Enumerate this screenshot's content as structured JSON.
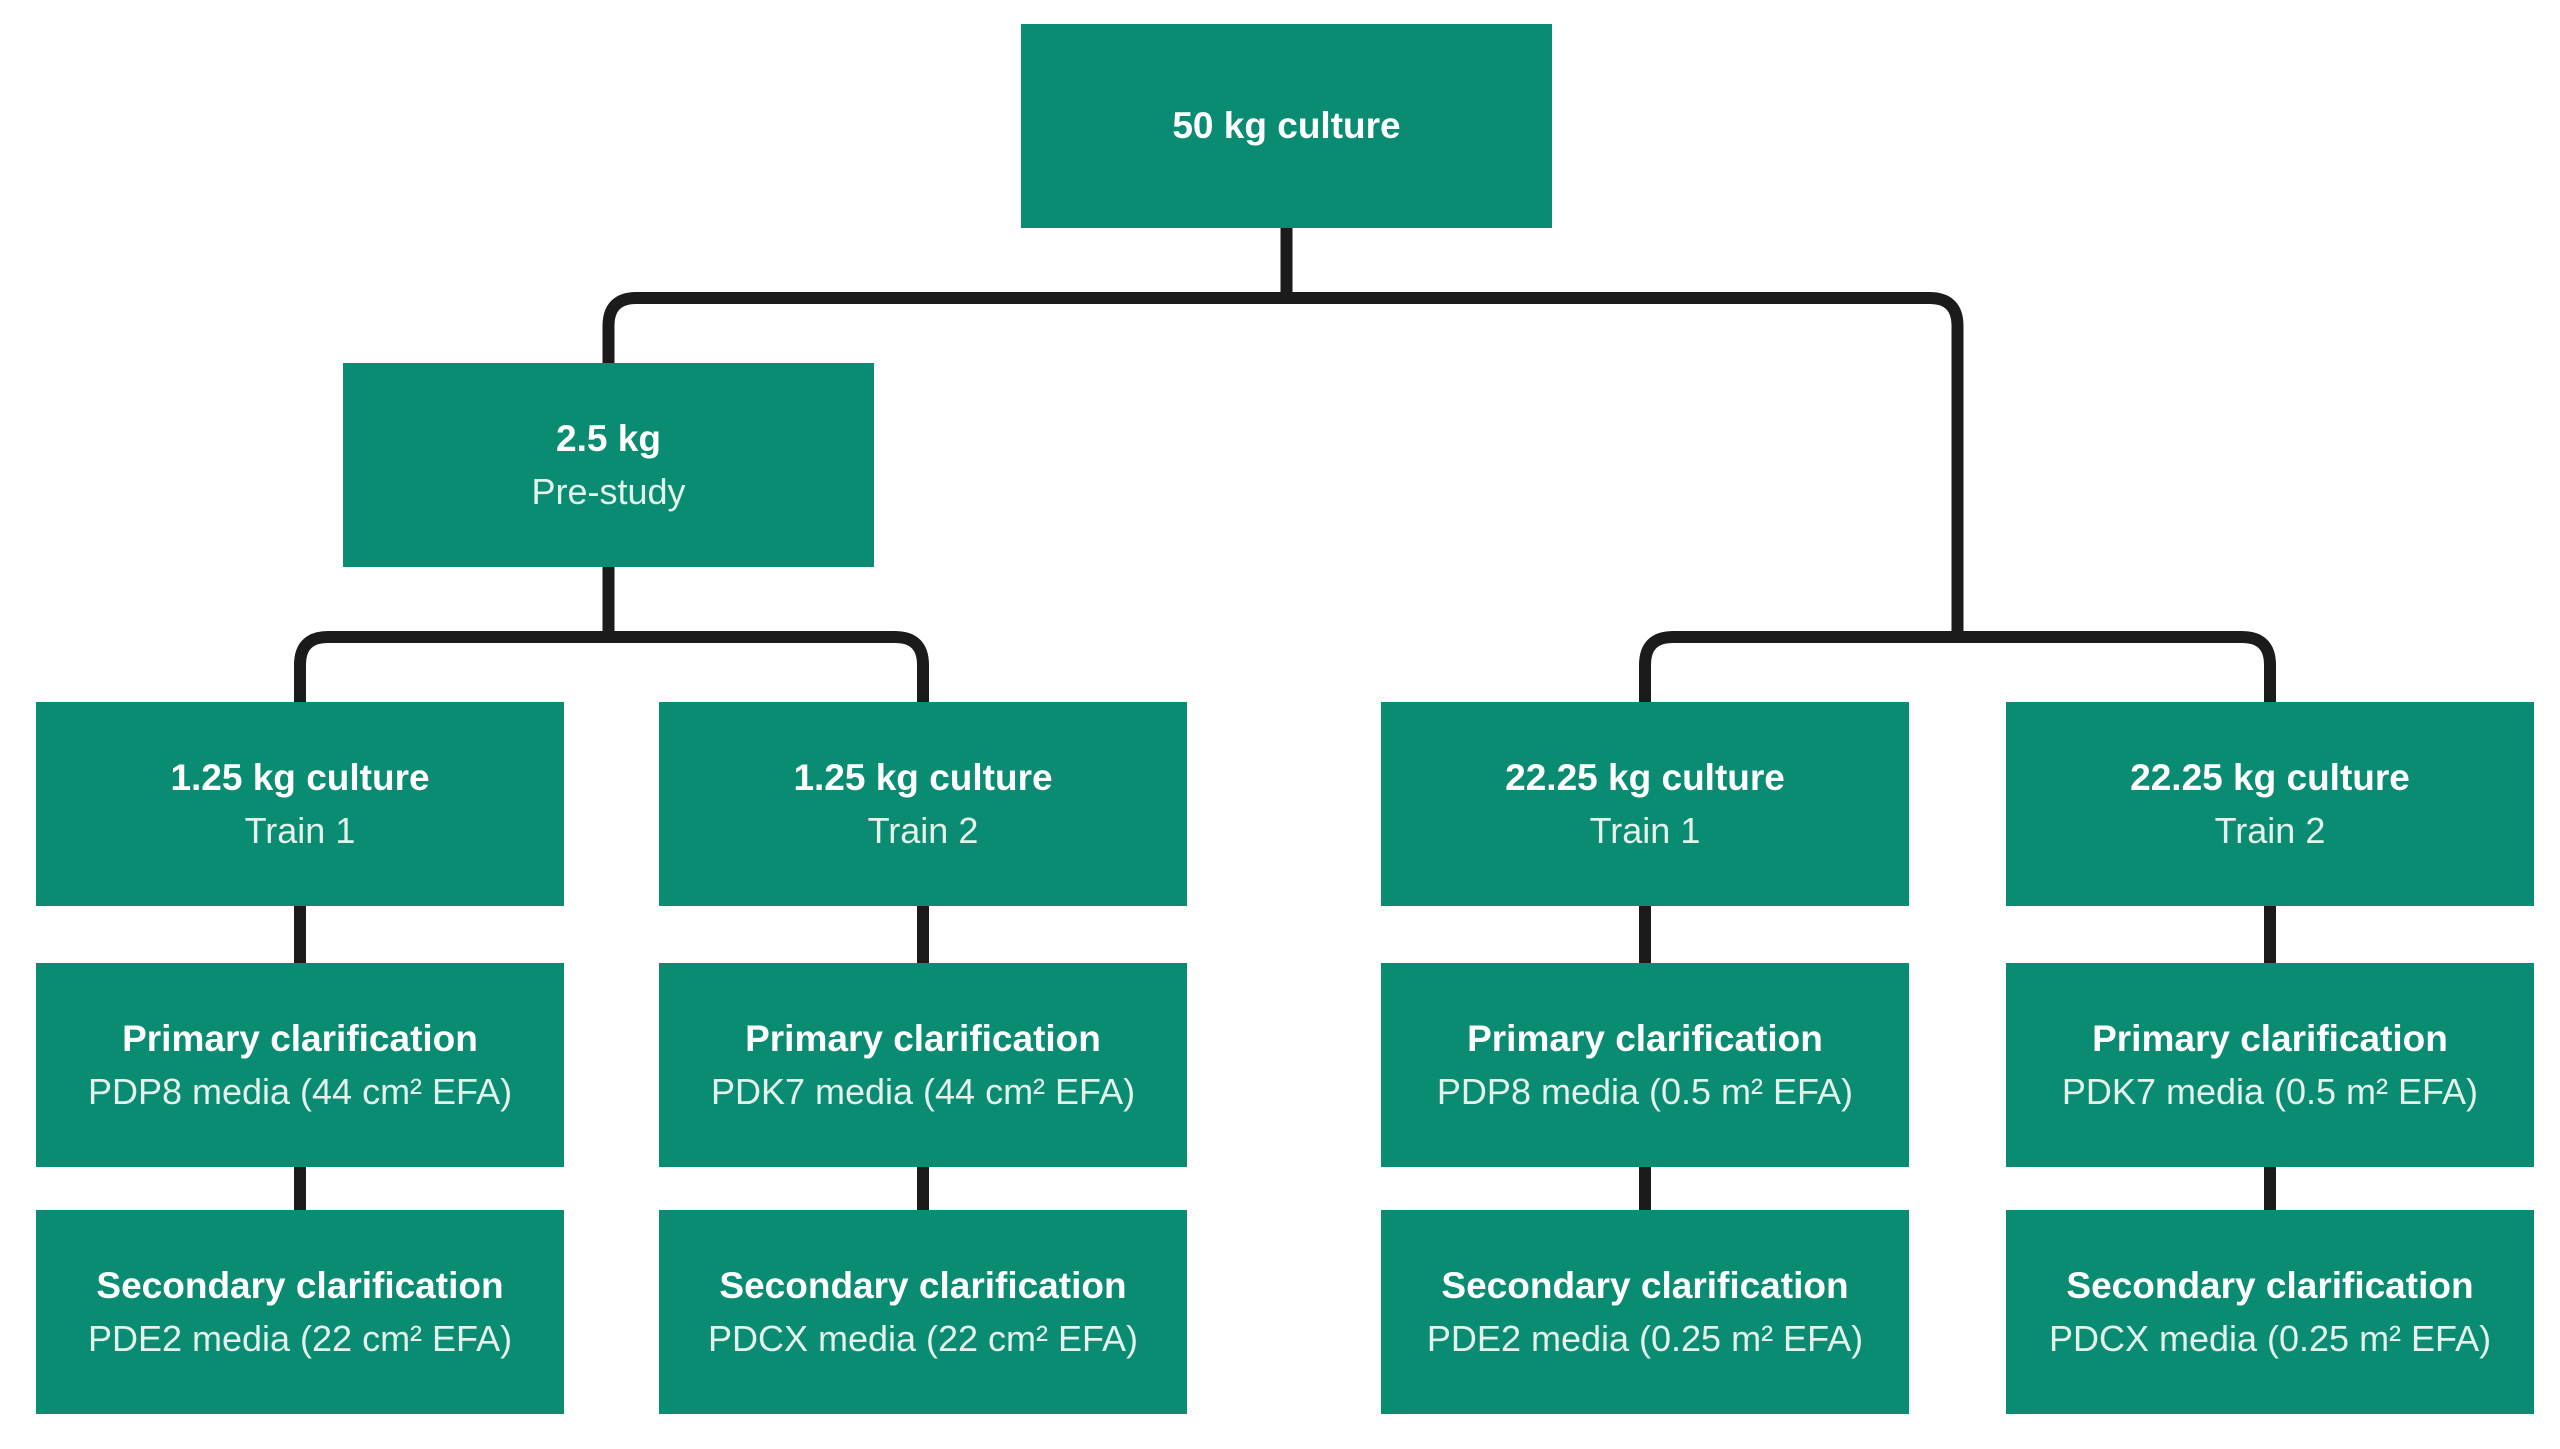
{
  "theme": {
    "node_color": "#0a8c72",
    "connector_color": "#1b1b1b",
    "title_color": "#ffffff",
    "subtitle_color": "#e4f2ec",
    "background": "#ffffff"
  },
  "diagram": {
    "type": "flowchart",
    "root": {
      "title": "50 kg culture",
      "subtitle": ""
    },
    "prestudy": {
      "title": "2.5 kg",
      "subtitle": "Pre-study"
    },
    "columns": [
      {
        "culture": {
          "title": "1.25 kg culture",
          "subtitle": "Train 1"
        },
        "primary": {
          "title": "Primary clarification",
          "subtitle": "PDP8 media (44 cm² EFA)"
        },
        "secondary": {
          "title": "Secondary clarification",
          "subtitle": "PDE2 media (22 cm² EFA)"
        }
      },
      {
        "culture": {
          "title": "1.25 kg culture",
          "subtitle": "Train 2"
        },
        "primary": {
          "title": "Primary clarification",
          "subtitle": "PDK7 media (44 cm² EFA)"
        },
        "secondary": {
          "title": "Secondary clarification",
          "subtitle": "PDCX media (22 cm² EFA)"
        }
      },
      {
        "culture": {
          "title": "22.25 kg culture",
          "subtitle": "Train 1"
        },
        "primary": {
          "title": "Primary clarification",
          "subtitle": "PDP8 media (0.5 m² EFA)"
        },
        "secondary": {
          "title": "Secondary clarification",
          "subtitle": "PDE2 media (0.25 m² EFA)"
        }
      },
      {
        "culture": {
          "title": "22.25 kg culture",
          "subtitle": "Train 2"
        },
        "primary": {
          "title": "Primary clarification",
          "subtitle": "PDK7 media (0.5 m² EFA)"
        },
        "secondary": {
          "title": "Secondary clarification",
          "subtitle": "PDCX media (0.25 m² EFA)"
        }
      }
    ]
  }
}
